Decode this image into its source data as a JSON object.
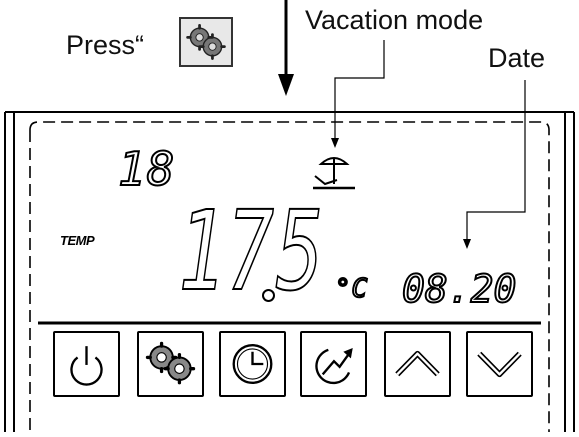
{
  "annotations": {
    "press_label": "Press“",
    "vacation_mode_label": "Vacation mode",
    "date_label": "Date"
  },
  "display": {
    "mode_number": "18",
    "temp_tag": "TEMP",
    "temperature_integer": "17",
    "temperature_decimal": "5",
    "temperature_unit": "°C",
    "date_value": "08.20",
    "vacation_icon": "beach-umbrella-icon"
  },
  "buttons": [
    {
      "name": "power-button",
      "icon": "power-icon"
    },
    {
      "name": "settings-button",
      "icon": "gears-icon"
    },
    {
      "name": "clock-button",
      "icon": "clock-icon"
    },
    {
      "name": "eco-button",
      "icon": "leaf-arrow-icon"
    },
    {
      "name": "up-button",
      "icon": "chevron-up-icon"
    },
    {
      "name": "down-button",
      "icon": "chevron-down-icon"
    }
  ]
}
